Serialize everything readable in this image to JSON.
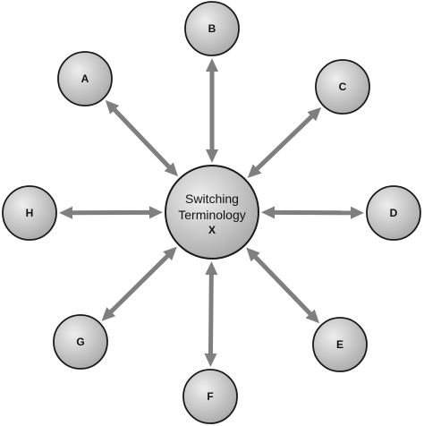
{
  "diagram": {
    "colors": {
      "node_fill_light": "#eeeeee",
      "node_fill_dark": "#a9a9a9",
      "node_stroke": "#1a1a1a",
      "arrow": "#7f7f7f"
    },
    "center": {
      "line1": "Switching",
      "line2": "Terminology",
      "line3": "X"
    },
    "nodes": [
      {
        "id": "A",
        "label": "A"
      },
      {
        "id": "B",
        "label": "B"
      },
      {
        "id": "C",
        "label": "C"
      },
      {
        "id": "D",
        "label": "D"
      },
      {
        "id": "E",
        "label": "E"
      },
      {
        "id": "F",
        "label": "F"
      },
      {
        "id": "G",
        "label": "G"
      },
      {
        "id": "H",
        "label": "H"
      }
    ],
    "connections": [
      {
        "from": "X",
        "to": "A",
        "direction": "both"
      },
      {
        "from": "X",
        "to": "B",
        "direction": "both"
      },
      {
        "from": "X",
        "to": "C",
        "direction": "both"
      },
      {
        "from": "X",
        "to": "D",
        "direction": "both"
      },
      {
        "from": "X",
        "to": "E",
        "direction": "both"
      },
      {
        "from": "X",
        "to": "F",
        "direction": "both"
      },
      {
        "from": "X",
        "to": "G",
        "direction": "both"
      },
      {
        "from": "X",
        "to": "H",
        "direction": "both"
      }
    ]
  }
}
